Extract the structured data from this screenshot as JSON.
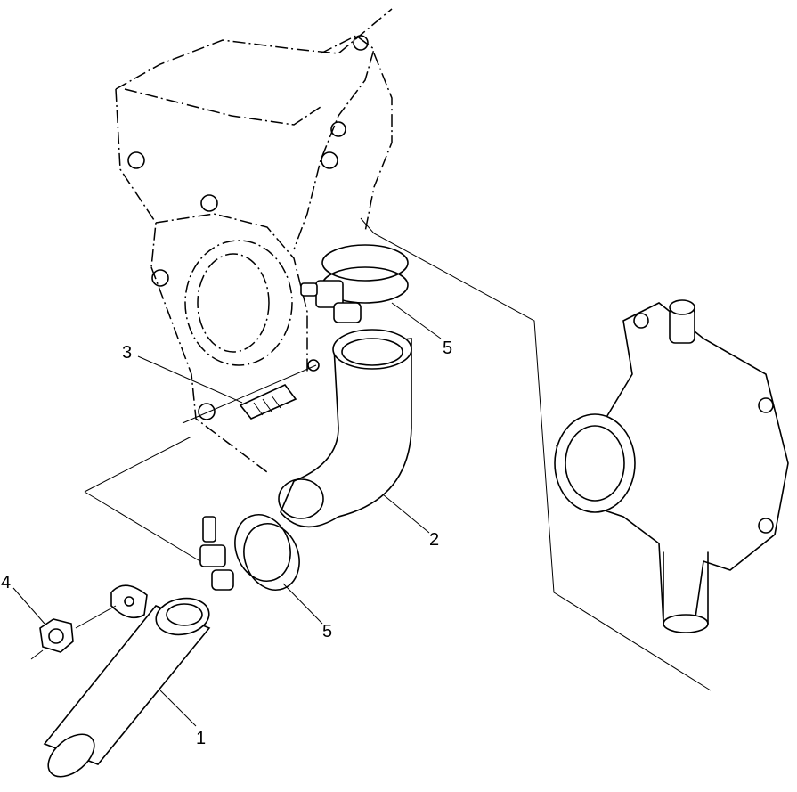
{
  "callouts": {
    "part1": "1",
    "part2": "2",
    "part3": "3",
    "part4": "4",
    "part5_upper": "5",
    "part5_lower": "5"
  }
}
